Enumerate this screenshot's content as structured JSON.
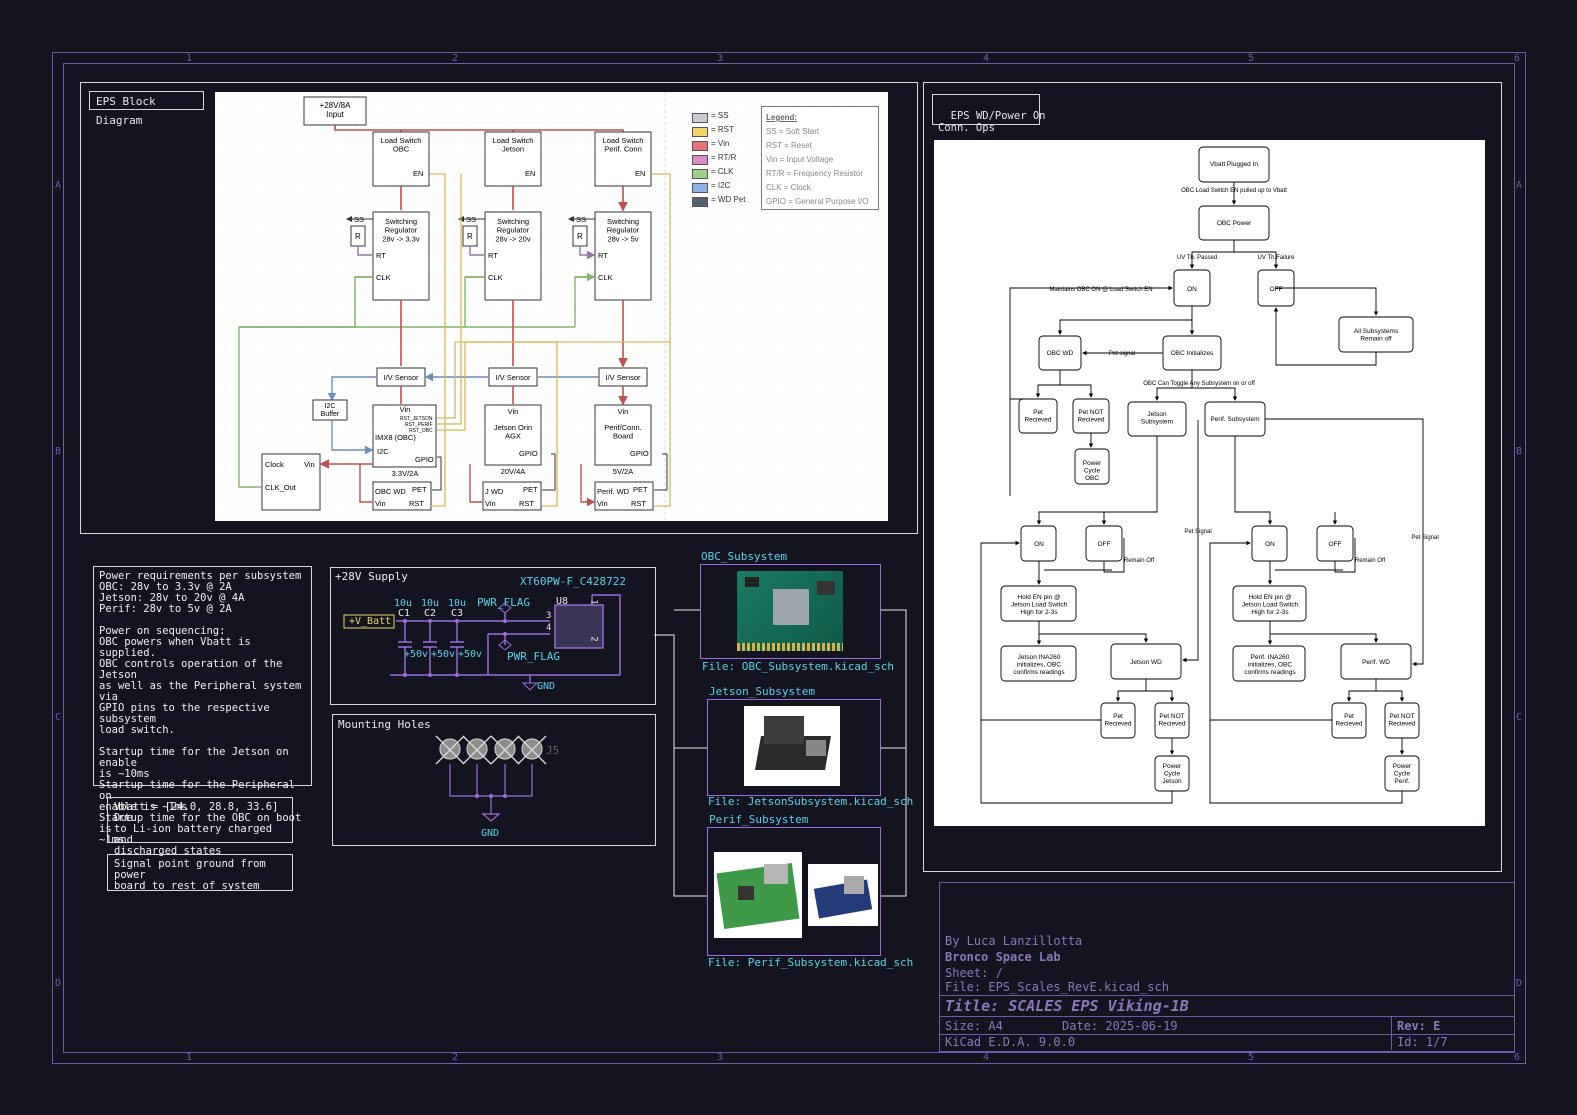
{
  "border": {
    "col_numbers": [
      "1",
      "2",
      "3",
      "4",
      "5",
      "6"
    ],
    "row_letters": [
      "A",
      "B",
      "C",
      "D"
    ]
  },
  "block_diagram": {
    "title": "EPS Block Diagram",
    "input": "+28V/8A\nInput",
    "load_switches": [
      "Load Switch\nOBC",
      "Load Switch\nJetson",
      "Load Switch\nPerif. Conn"
    ],
    "en": "EN",
    "regulators": [
      "Switching\nRegulator\n28v -> 3.3v",
      "Switching\nRegulator\n28v -> 20v",
      "Switching\nRegulator\n28v -> 5v"
    ],
    "ss": "SS",
    "r": "R",
    "rt": "RT",
    "clk": "CLK",
    "sensor": "I/V Sensor",
    "i2c_buffer": "I2C\nBuffer",
    "boards": [
      "IMX8 (OBC)",
      "Jetson Orin\nAGX",
      "Perif/Conn.\nBoard"
    ],
    "vin": "Vin",
    "i2c": "I2C",
    "gpio": "GPIO",
    "board_power": [
      "3.3V/2A",
      "20V/4A",
      "5V/2A"
    ],
    "wd_boxes": [
      "OBC WD",
      "J WD",
      "Perif. WD"
    ],
    "pet": "PET",
    "rst": "RST",
    "clock": "Clock",
    "clk_out": "CLK_Out",
    "obc_rst_labels": [
      "RST_JETSON",
      "RST_PERIF",
      "RST_OBC"
    ],
    "legend_keys": [
      "= SS",
      "= RST",
      "= Vin",
      "= RT/R",
      "= CLK",
      "= I2C",
      "= WD Pet"
    ],
    "legend_colors": [
      "#c9c9d1",
      "#f3d36b",
      "#e8747a",
      "#d98bc7",
      "#9fd08a",
      "#8fb3e8",
      "#556070"
    ],
    "legend_title": "Legend:",
    "legend_lines": [
      "SS = Soft Start",
      "RST = Reset",
      "Vin = Input Voltage",
      "RT/R = Frequency Resistor",
      "CLK = Clock",
      "GPIO = General Purpose I/O"
    ]
  },
  "flowchart": {
    "title": "EPS WD/Power On\nConn. Ops",
    "nodes": {
      "vbatt": "Vbatt Plugged In",
      "obc_power": "OBC Power",
      "on1": "ON",
      "off1": "OFF",
      "all_off": "All Subsystems\nRemain off",
      "obc_wd": "OBC WD",
      "obc_init": "OBC Initializes",
      "pet_recv": "Pet\nRecieved",
      "pet_not": "Pet NOT\nRecieved",
      "power_cycle_obc": "Power\nCycle\nOBC",
      "jetson_sub": "Jetson\nSubsystem",
      "perif_sub": "Perif. Subsystem",
      "on_j": "ON",
      "off_j": "OFF",
      "on_p": "ON",
      "off_p": "OFF",
      "hold_j": "Hold EN pin @\nJetson Load Switch\nHigh for 2-3s",
      "hold_p": "Hold EN pin @\nJetson Load Switch\nHigh for 2-3s",
      "ina_j": "Jetson INA260\ninitializes, OBC\nconfirms readings",
      "ina_p": "Perif. INA260\ninitializes, OBC\nconfirms readings",
      "jetson_wd": "Jetson WD",
      "perif_wd": "Perif. WD",
      "pet_j": "Pet\nRecieved",
      "pet_not_j": "Pet NOT\nRecieved",
      "cycle_j": "Power\nCycle\nJetson",
      "pet_p": "Pet\nRecieved",
      "pet_not_p": "Pet NOT\nRecieved",
      "cycle_p": "Power\nCycle\nPerif."
    },
    "edges": {
      "en_pulled": "OBC Load Switch EN pulled up to Vbatt",
      "uv_pass": "UV Th. Passed",
      "uv_fail": "UV Th.Failure",
      "maintain": "Maintains OBC ON @ Load Switch EN",
      "pet_signal": "Pet signal",
      "toggle": "OBC Can Toggle Any Subsystem on or off",
      "pet_signal2": "Pet Signal",
      "pet_signal3": "Pet Signal",
      "remain_off": "Remain Off",
      "remain_off2": "Remain Off"
    }
  },
  "notes": {
    "requirements": "Power requirements per subsystem\nOBC: 28v to 3.3v @ 2A\nJetson: 28v to 20v @ 4A\nPerif: 28v to 5v @ 2A\n\nPower on sequencing:\nOBC powers when Vbatt is supplied.\nOBC controls operation of the Jetson\nas well as the Peripheral system via\nGPIO pins to the respective subsystem\nload switch.\n\nStartup time for the Jetson on enable\nis ~10ms\nStartup time for the Peripheral on\nenable is ~1ms\nStartup time for the OBC on boot is\n~1ms",
    "vbatt": "Vbatt = [24.0, 28.8, 33.6] Due\nto Li-ion battery charged and\ndischarged states",
    "ground": "Signal point ground from power\nboard to rest of system"
  },
  "supply": {
    "title": "+28V Supply",
    "connector": "XT60PW-F_C428722",
    "net": "+V_Batt",
    "pwr_flag": "PWR_FLAG",
    "pwr_flag2": "PWR_FLAG",
    "u": "U8",
    "gnd": "GND",
    "caps": [
      "C1",
      "C2",
      "C3"
    ],
    "cap_values": [
      "10u",
      "10u",
      "10u"
    ],
    "cap_ratings": [
      "+50v",
      "+50v",
      "+50v"
    ],
    "pins": [
      "1",
      "2",
      "3",
      "4"
    ]
  },
  "mounting": {
    "title": "Mounting Holes",
    "ref": "J5",
    "gnd": "GND"
  },
  "sheets": [
    {
      "name": "OBC_Subsystem",
      "file": "File: OBC_Subsystem.kicad_sch"
    },
    {
      "name": "Jetson_Subsystem",
      "file": "File: JetsonSubsystem.kicad_sch"
    },
    {
      "name": "Perif_Subsystem",
      "file": "File: Perif_Subsystem.kicad_sch"
    }
  ],
  "title_block": {
    "author": "By Luca Lanzillotta",
    "company": "Bronco Space Lab",
    "sheet": "Sheet: /",
    "file": "File: EPS_Scales_RevE.kicad_sch",
    "title": "Title: SCALES EPS Viking-1B",
    "size": "Size: A4",
    "date": "Date: 2025-06-19",
    "rev": "Rev: E",
    "tool": "KiCad E.D.A. 9.0.0",
    "id": "Id: 1/7"
  }
}
